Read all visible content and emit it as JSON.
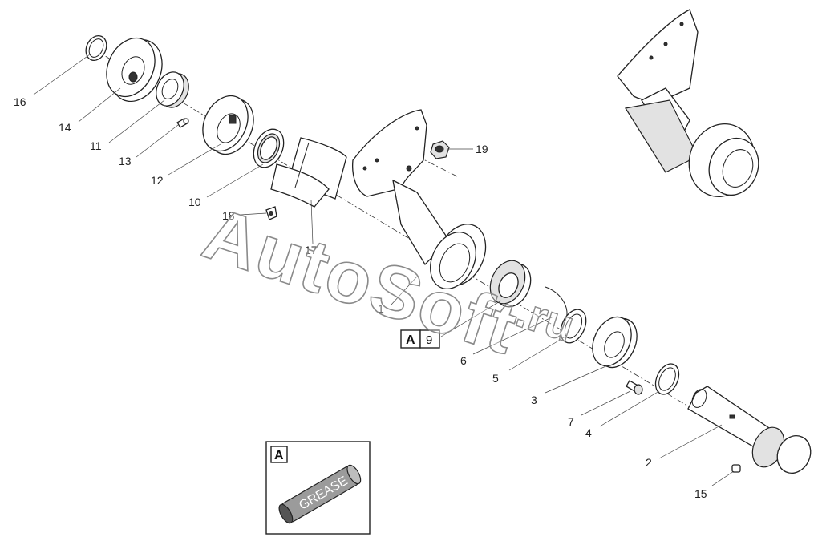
{
  "callouts": [
    {
      "id": "c16",
      "text": "16"
    },
    {
      "id": "c14",
      "text": "14"
    },
    {
      "id": "c11",
      "text": "11"
    },
    {
      "id": "c13",
      "text": "13"
    },
    {
      "id": "c12",
      "text": "12"
    },
    {
      "id": "c10",
      "text": "10"
    },
    {
      "id": "c18",
      "text": "18"
    },
    {
      "id": "c17",
      "text": "17"
    },
    {
      "id": "c19",
      "text": "19"
    },
    {
      "id": "c1",
      "text": "1"
    },
    {
      "id": "c6",
      "text": "6"
    },
    {
      "id": "c5",
      "text": "5"
    },
    {
      "id": "c3",
      "text": "3"
    },
    {
      "id": "c7",
      "text": "7"
    },
    {
      "id": "c4",
      "text": "4"
    },
    {
      "id": "c2",
      "text": "2"
    },
    {
      "id": "c15",
      "text": "15"
    }
  ],
  "reference_label": {
    "letter": "A",
    "number": "9"
  },
  "inset": {
    "letter": "A",
    "product_text": "GREASE"
  },
  "watermark": {
    "main": "AutoSoft",
    "suffix": ".ru"
  }
}
